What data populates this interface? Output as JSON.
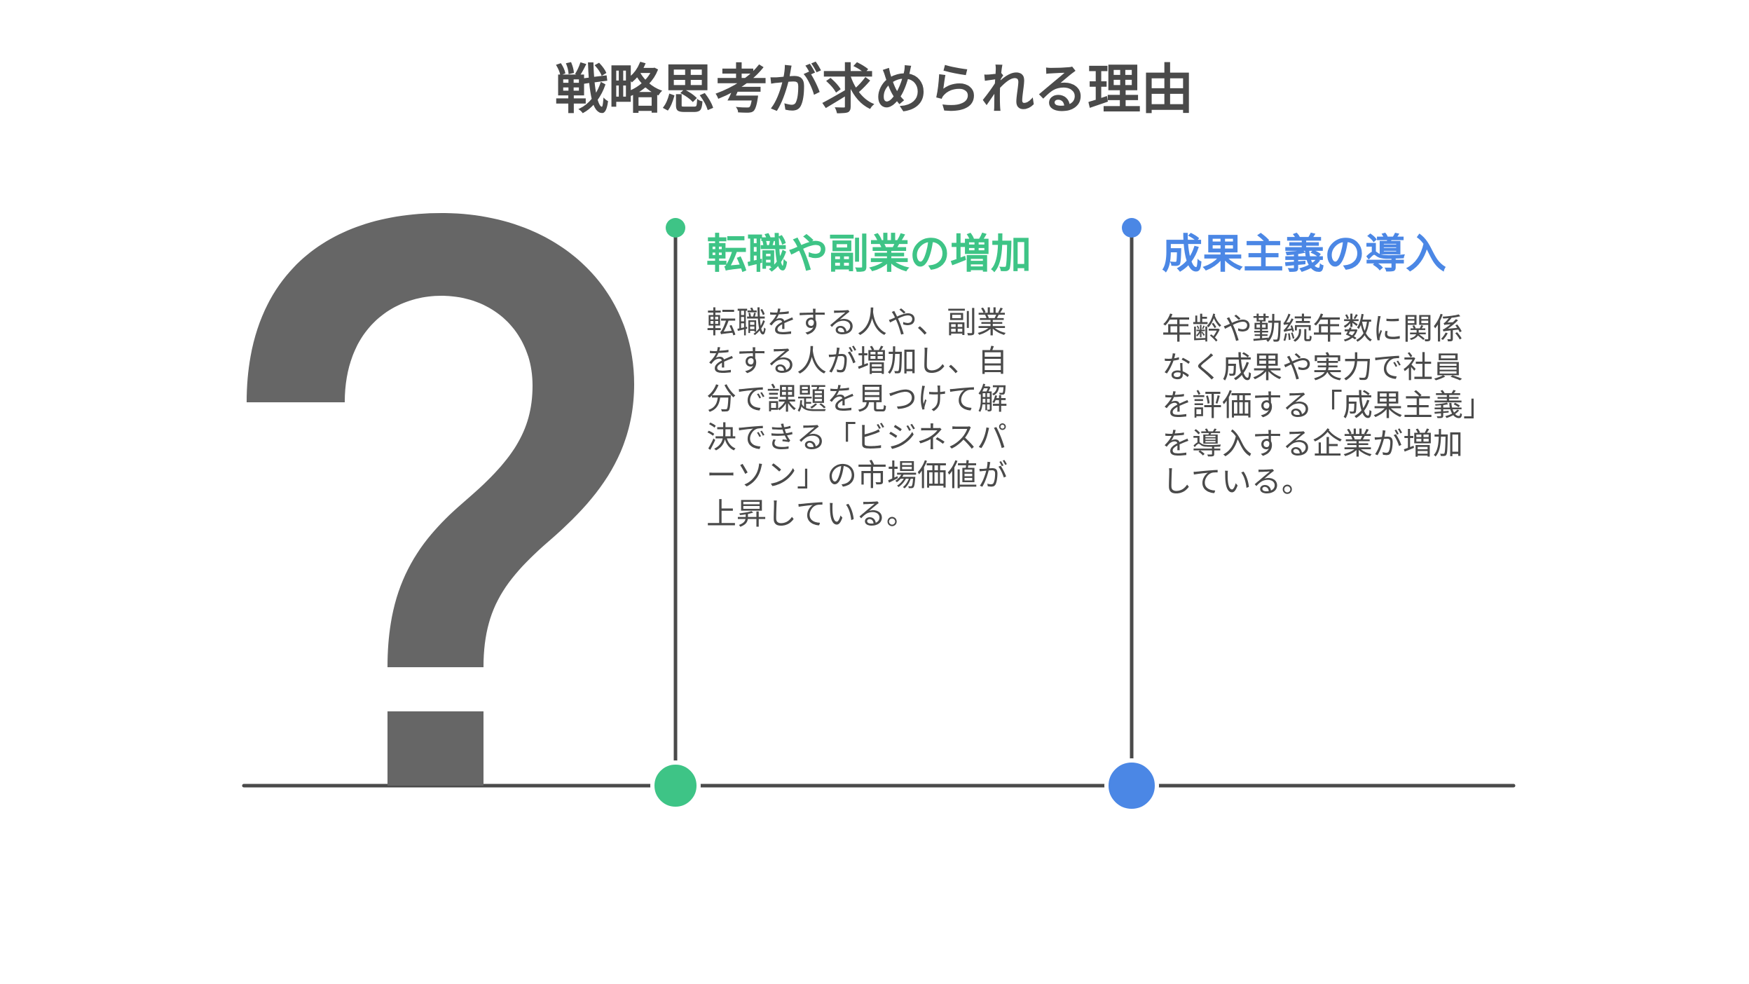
{
  "title": "戦略思考が求められる理由",
  "colors": {
    "text": "#4a4a4a",
    "question_mark": "#666666",
    "axis": "#4a4a4a",
    "accent_green": "#3ec486",
    "accent_blue": "#4b87e5",
    "background": "#ffffff"
  },
  "icon": "question-mark-icon",
  "items": [
    {
      "heading": "転職や副業の増加",
      "color": "#3ec486",
      "lines": [
        "転職をする人や、副業",
        "をする人が増加し、自",
        "分で課題を見つけて解",
        "決できる「ビジネスパ",
        "ーソン」の市場価値が",
        "上昇している。"
      ]
    },
    {
      "heading": "成果主義の導入",
      "color": "#4b87e5",
      "lines": [
        "年齢や勤続年数に関係",
        "なく成果や実力で社員",
        "を評価する「成果主義」",
        "を導入する企業が増加",
        "している。"
      ]
    }
  ]
}
